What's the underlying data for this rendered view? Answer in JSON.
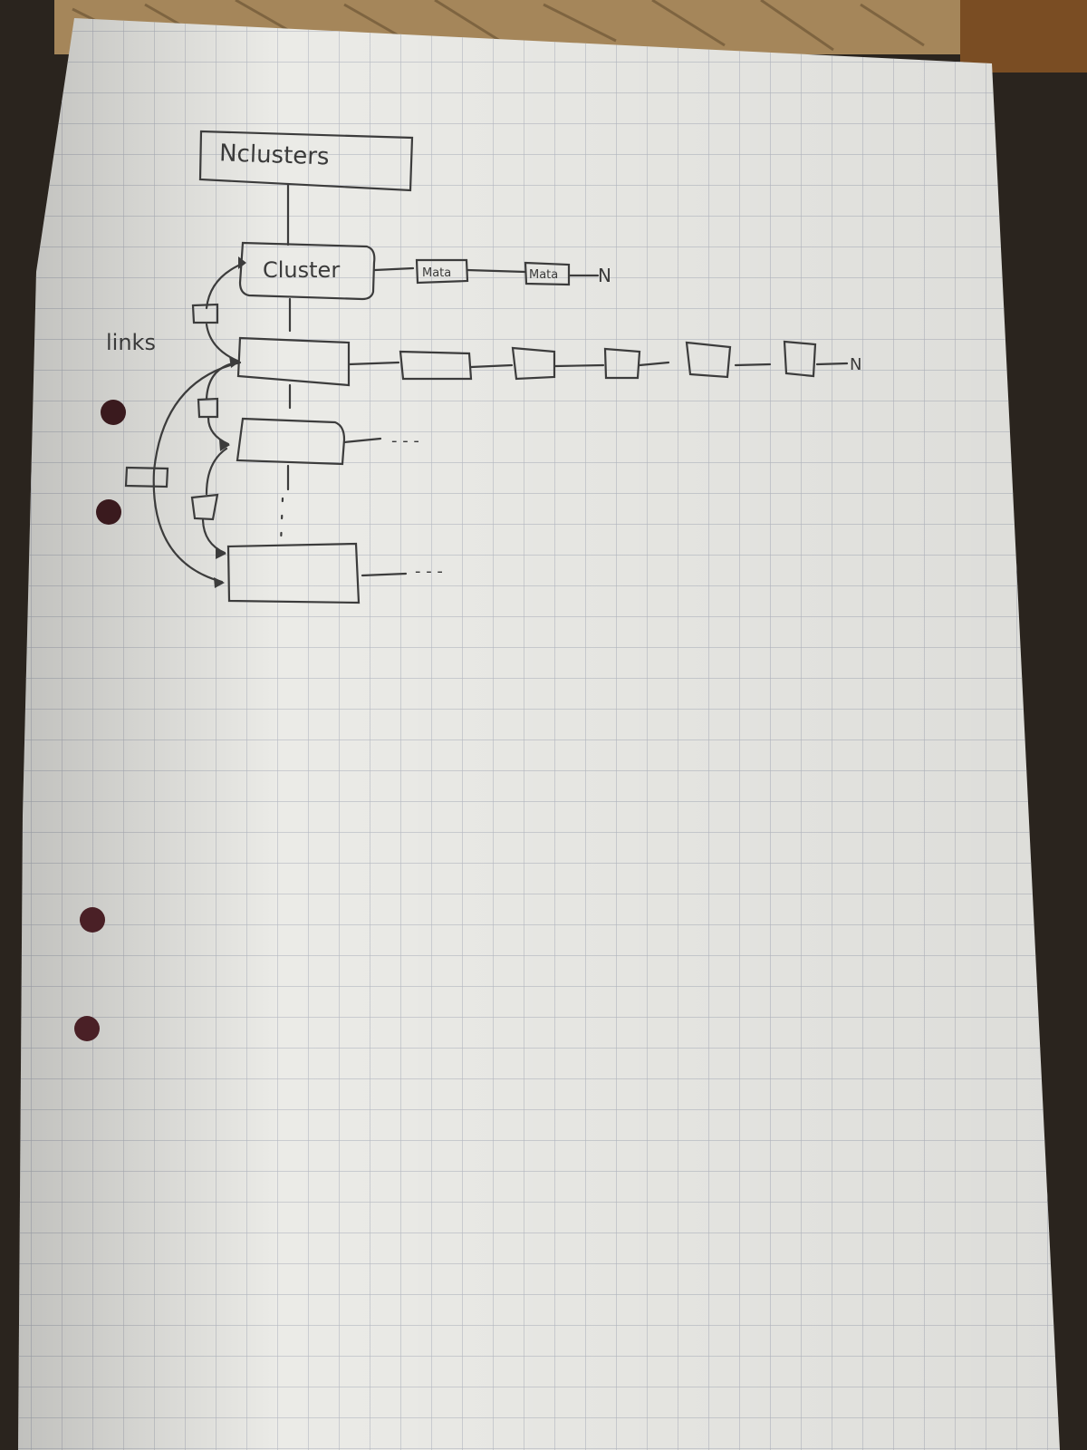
{
  "diagram": {
    "root_label": "Nclusters",
    "cluster_label": "Cluster",
    "links_label": "links",
    "meta_labels": [
      "Mata",
      "Mata"
    ],
    "null_marks": [
      "N",
      "N"
    ],
    "ellipsis_marks": [
      "- - -",
      "- - -"
    ]
  },
  "colors": {
    "paper": "#ececea",
    "grid": "#b9bcc4",
    "ink": "#3c3c3c",
    "background": "#2c2620"
  }
}
